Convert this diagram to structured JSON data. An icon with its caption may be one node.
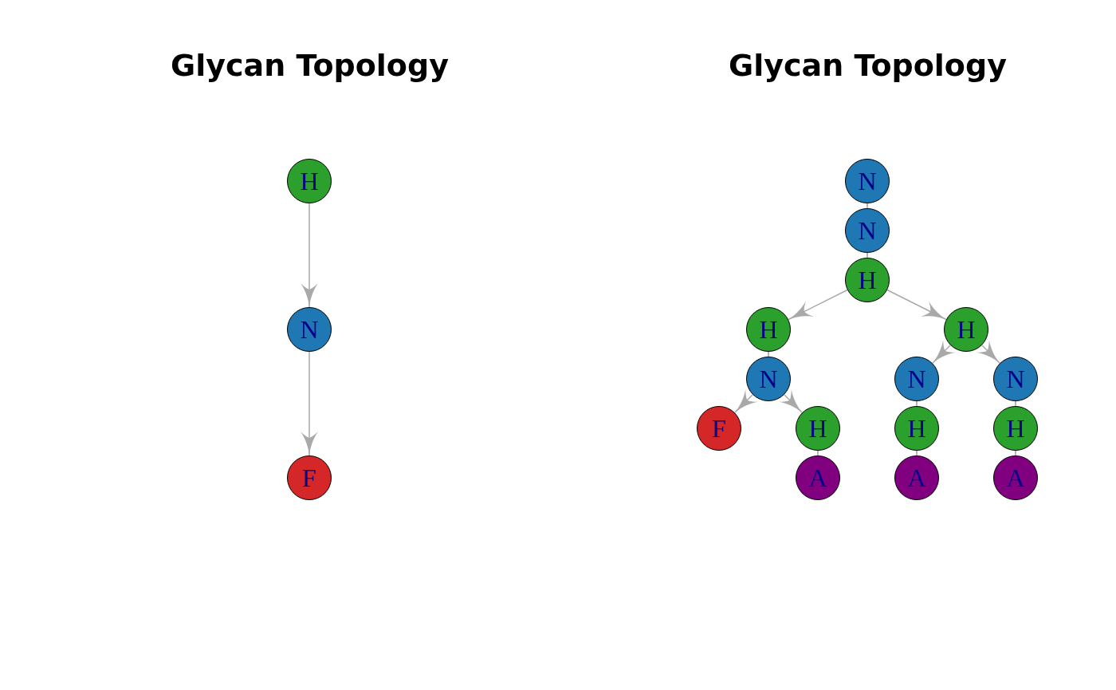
{
  "diagram": {
    "nodes": [
      {
        "text": [
          "H"
        ]
      },
      {
        "text": [
          "N"
        ]
      },
      {
        "text": [
          "F"
        ]
      },
      {
        "text": [
          "N"
        ]
      },
      {
        "text": [
          "N"
        ]
      },
      {
        "text": [
          "H"
        ]
      },
      {
        "text": [
          "H"
        ]
      },
      {
        "text": [
          "H"
        ]
      },
      {
        "text": [
          "N"
        ]
      },
      {
        "text": [
          "N"
        ]
      },
      {
        "text": [
          "N"
        ]
      },
      {
        "text": [
          "F"
        ]
      },
      {
        "text": [
          "H"
        ]
      },
      {
        "text": [
          "H"
        ]
      },
      {
        "text": [
          "H"
        ]
      },
      {
        "text": [
          "A"
        ]
      },
      {
        "text": [
          "A"
        ]
      },
      {
        "text": [
          "A"
        ]
      }
    ],
    "edges": [
      {
        "from": 0,
        "to": 1,
        "arrow": "to"
      },
      {
        "from": 1,
        "to": 2,
        "arrow": "to"
      },
      {
        "from": 3,
        "to": 4,
        "arrow": "to"
      },
      {
        "from": 4,
        "to": 5,
        "arrow": "to"
      },
      {
        "from": 5,
        "to": 6,
        "arrow": "to"
      },
      {
        "from": 5,
        "to": 7,
        "arrow": "to"
      },
      {
        "from": 6,
        "to": 8,
        "arrow": "to"
      },
      {
        "from": 7,
        "to": 9,
        "arrow": "to"
      },
      {
        "from": 7,
        "to": 10,
        "arrow": "to"
      },
      {
        "from": 8,
        "to": 11,
        "arrow": "to"
      },
      {
        "from": 8,
        "to": 12,
        "arrow": "to"
      },
      {
        "from": 9,
        "to": 13,
        "arrow": "to"
      },
      {
        "from": 10,
        "to": 14,
        "arrow": "to"
      },
      {
        "from": 12,
        "to": 15,
        "arrow": "to"
      },
      {
        "from": 13,
        "to": 16,
        "arrow": "to"
      },
      {
        "from": 14,
        "to": 17,
        "arrow": "to"
      }
    ],
    "labels": [
      "Glycan Topology",
      "Glycan Topology"
    ]
  }
}
